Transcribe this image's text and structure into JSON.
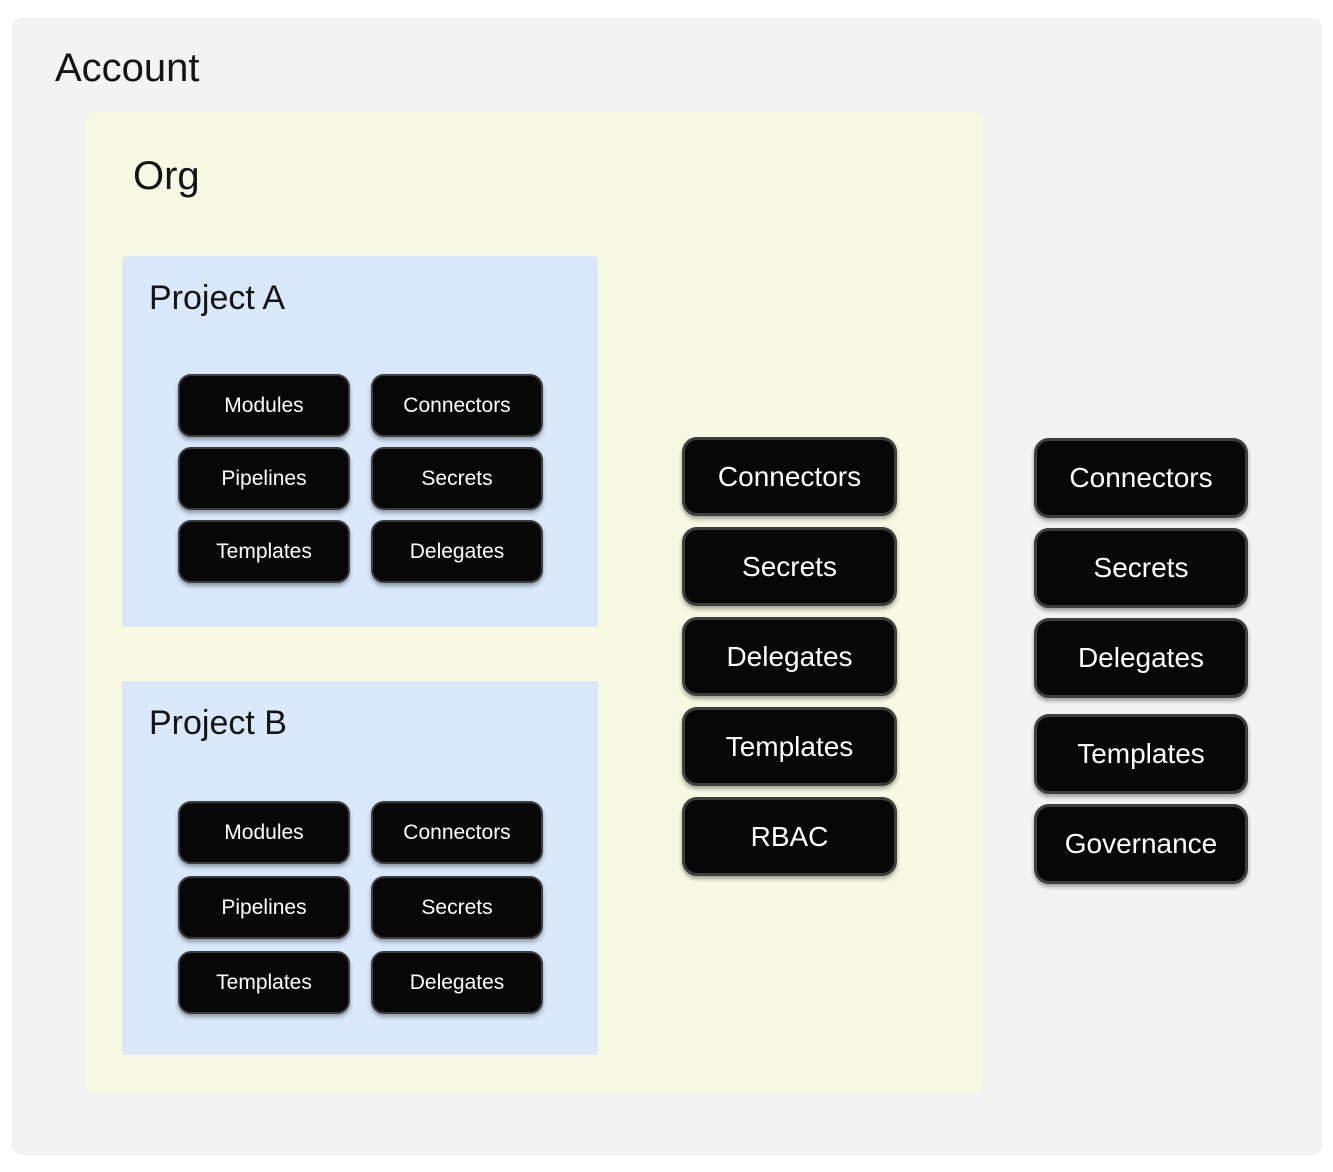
{
  "colors": {
    "page_bg": "#ffffff",
    "account_bg": "#f3f3f4",
    "org_bg": "#f7f9e3",
    "project_bg": "#d9e9fb",
    "chip_bg": "#070707",
    "chip_border": "#3e3e3e",
    "chip_text": "#ffffff",
    "heading_text": "#141414"
  },
  "account": {
    "title": "Account",
    "chips": [
      "Connectors",
      "Secrets",
      "Delegates",
      "Templates",
      "Governance"
    ]
  },
  "org": {
    "title": "Org",
    "chips": [
      "Connectors",
      "Secrets",
      "Delegates",
      "Templates",
      "RBAC"
    ]
  },
  "projects": [
    {
      "title": "Project A",
      "chips": [
        "Modules",
        "Connectors",
        "Pipelines",
        "Secrets",
        "Templates",
        "Delegates"
      ]
    },
    {
      "title": "Project B",
      "chips": [
        "Modules",
        "Connectors",
        "Pipelines",
        "Secrets",
        "Templates",
        "Delegates"
      ]
    }
  ]
}
